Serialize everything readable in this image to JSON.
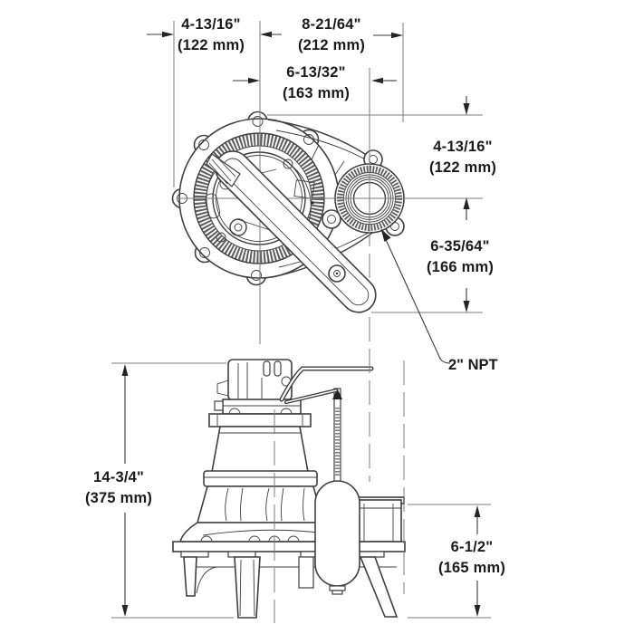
{
  "dimensions": {
    "top_left": {
      "in": "4-13/16\"",
      "mm": "(122 mm)"
    },
    "top_span": {
      "in": "8-21/64\"",
      "mm": "(212 mm)"
    },
    "top_inner": {
      "in": "6-13/32\"",
      "mm": "(163 mm)"
    },
    "right_upper": {
      "in": "4-13/16\"",
      "mm": "(122 mm)"
    },
    "right_lower": {
      "in": "6-35/64\"",
      "mm": "(166 mm)"
    },
    "height": {
      "in": "14-3/4\"",
      "mm": "(375 mm)"
    },
    "float_clearance": {
      "in": "6-1/2\"",
      "mm": "(165 mm)"
    }
  },
  "labels": {
    "discharge": "2\" NPT"
  },
  "colors": {
    "background": "#ffffff",
    "line": "#3f3f3f",
    "thin_line": "#7d7d7d",
    "text": "#1b1b1b"
  }
}
